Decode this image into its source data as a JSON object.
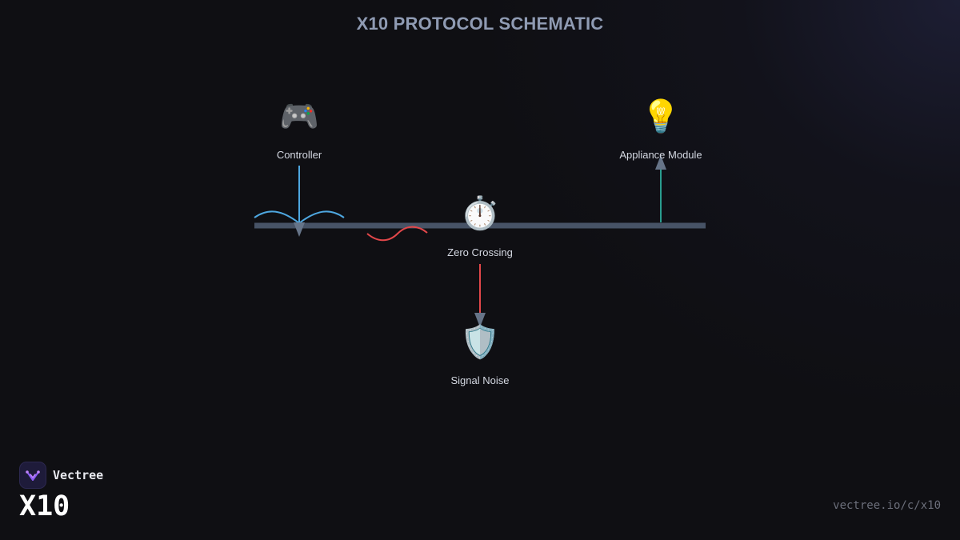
{
  "title": "X10 PROTOCOL SCHEMATIC",
  "nodes": {
    "controller": {
      "label": "Controller",
      "icon": "🎮",
      "icon_name": "gamepad-icon"
    },
    "appliance": {
      "label": "Appliance Module",
      "icon": "💡",
      "icon_name": "lightbulb-icon"
    },
    "zero_crossing": {
      "label": "Zero Crossing",
      "icon": "⏱️",
      "icon_name": "stopwatch-icon"
    },
    "signal_noise": {
      "label": "Signal Noise",
      "icon": "🛡️",
      "icon_name": "shield-icon"
    }
  },
  "colors": {
    "background": "#0f0f13",
    "title": "#8f9bb3",
    "bus_line": "#475366",
    "controller_signal": "#4ea7e0",
    "noise_signal": "#e2474a",
    "appliance_signal": "#2a9d8f",
    "arrow_head": "#667488",
    "label": "#d4d8e2"
  },
  "footer": {
    "brand_name": "Vectree",
    "logo_icon": "vectree-logo-icon",
    "product": "X10",
    "url": "vectree.io/c/x10"
  }
}
